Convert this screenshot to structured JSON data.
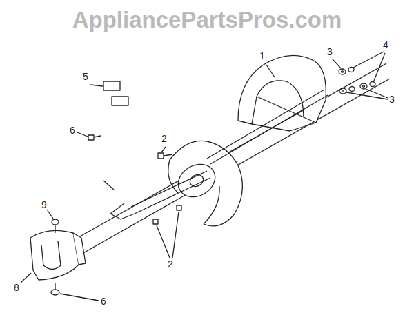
{
  "diagram": {
    "labels": [
      "AppliancePartsPros.com",
      "1",
      "3",
      "4",
      "3",
      "5",
      "6",
      "2",
      "9",
      "2",
      "8",
      "6"
    ]
  }
}
